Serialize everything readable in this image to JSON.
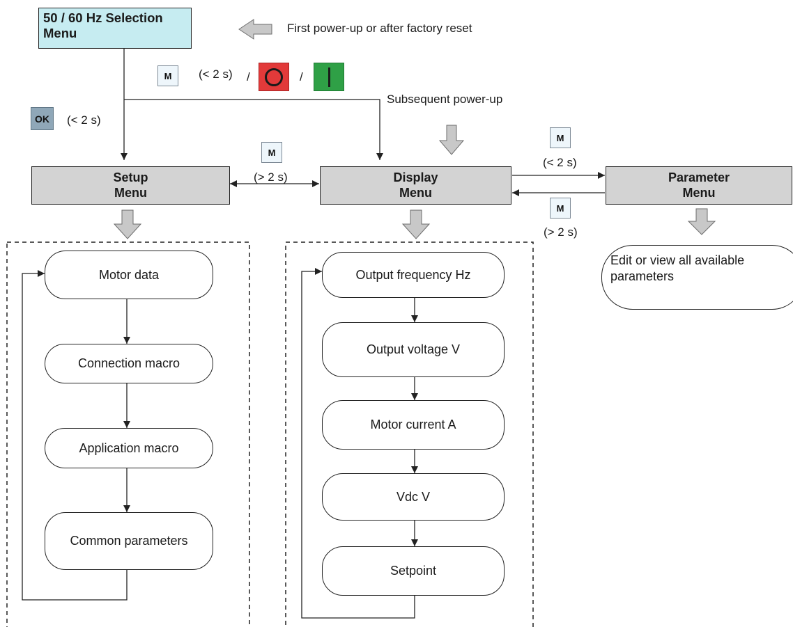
{
  "title_box": "50 / 60 Hz Selection Menu",
  "first_powerup_label": "First power-up or after factory reset",
  "subsequent_powerup_label": "Subsequent power-up",
  "keys": {
    "m_label": "M",
    "ok_label": "OK",
    "slash": "/"
  },
  "timing": {
    "ok_short": "(< 2 s)",
    "m_short_top": "(< 2 s)",
    "setup_display_long": "(> 2 s)",
    "display_param_short": "(< 2 s)",
    "param_display_long": "(> 2 s)"
  },
  "menus": {
    "setup": "Setup Menu",
    "display": "Display Menu",
    "parameter": "Parameter Menu"
  },
  "setup_items": [
    "Motor data",
    "Connection macro",
    "Application macro",
    "Common parameters"
  ],
  "display_items": [
    "Output frequency Hz",
    "Output voltage V",
    "Motor current A",
    "Vdc V",
    "Setpoint"
  ],
  "parameter_note": "Edit or view all available parameters",
  "colors": {
    "title_fill": "#c6ecf1",
    "menu_fill": "#d3d3d3",
    "off_key": "#e23a3a",
    "on_key": "#2fa046",
    "ok_key": "#8fa7b8",
    "hollow_arrow": "#c8c8c8"
  }
}
